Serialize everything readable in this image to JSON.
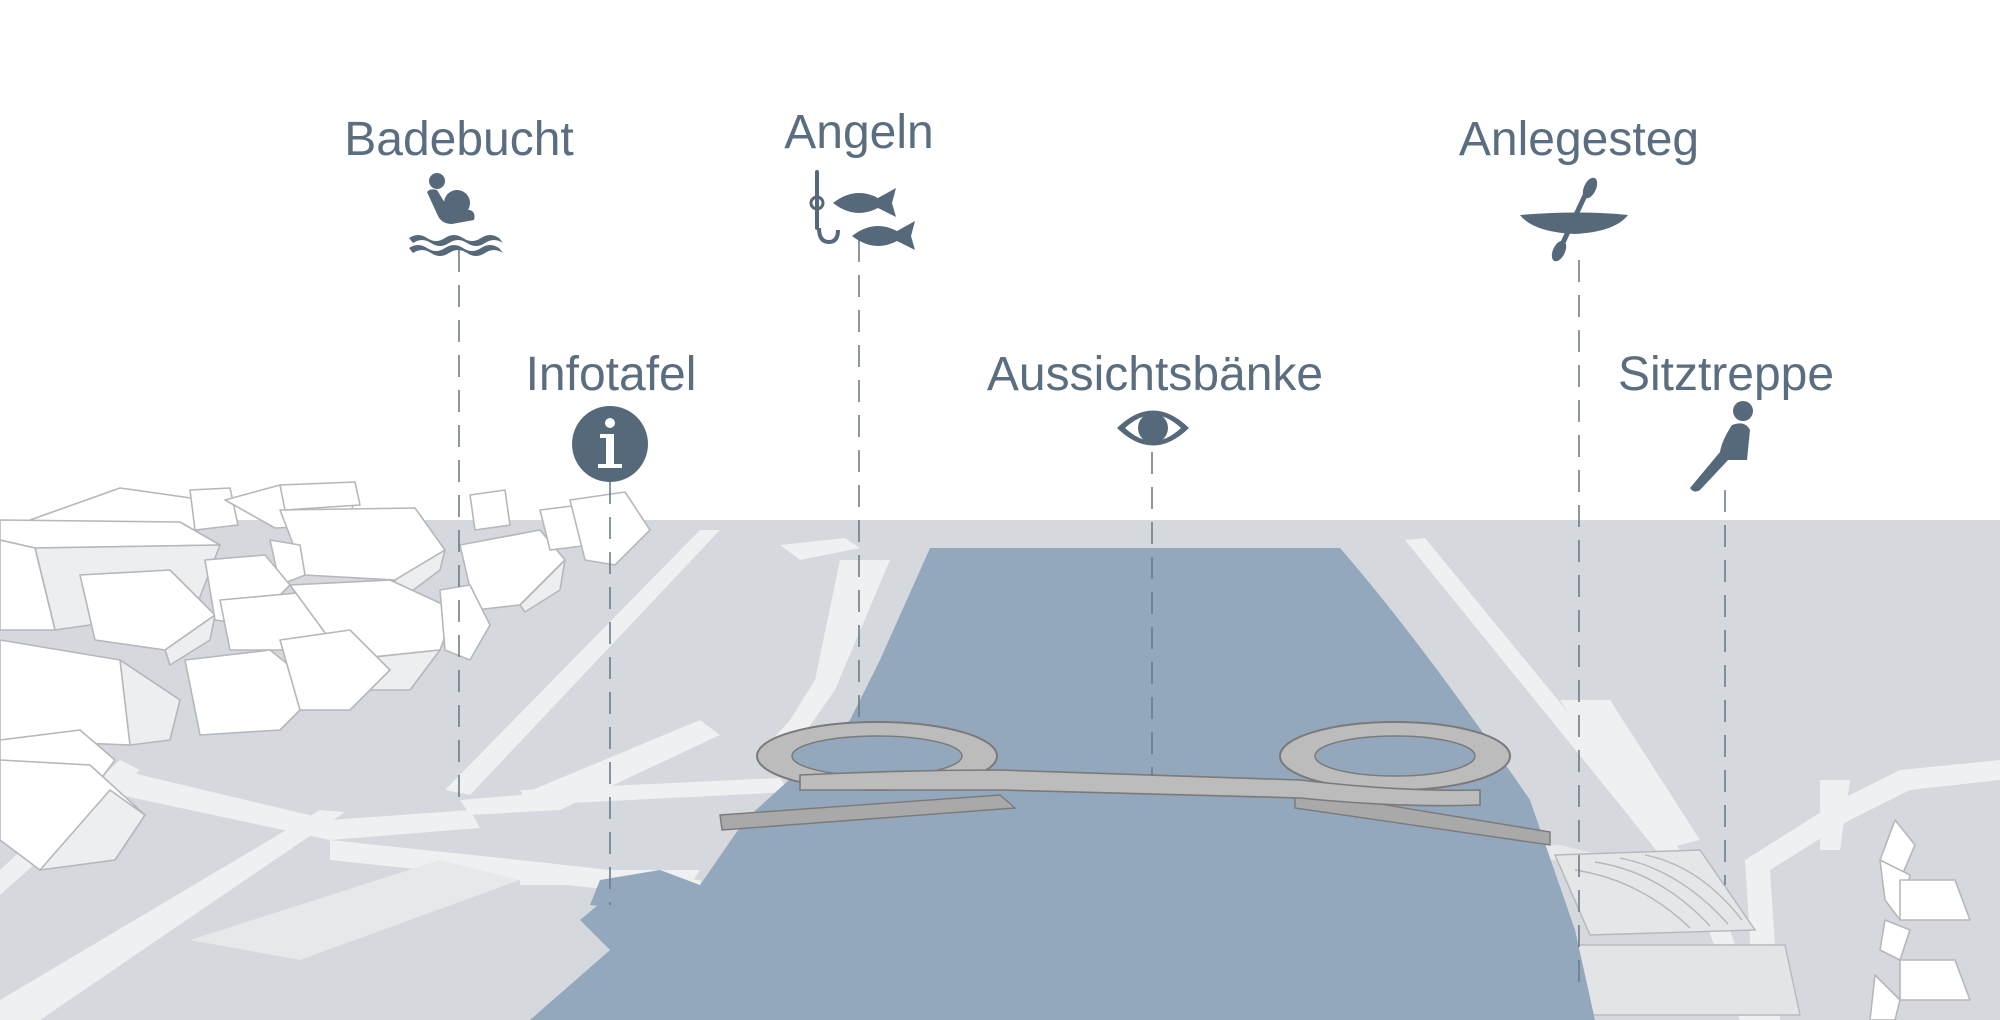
{
  "labels": {
    "badebucht": "Badebucht",
    "angeln": "Angeln",
    "anlegesteg": "Anlegesteg",
    "infotafel": "Infotafel",
    "aussichtsbaenke": "Aussichtsbänke",
    "sitztreppe": "Sitztreppe"
  },
  "icons": {
    "badebucht": "swimmer-icon",
    "angeln": "fishing-hook-fish-icon",
    "anlegesteg": "kayak-paddle-icon",
    "infotafel": "info-icon",
    "aussichtsbaenke": "eye-icon",
    "sitztreppe": "seated-person-icon"
  },
  "colors": {
    "label": "#5a6e80",
    "icon": "#56697b",
    "water": "#94a8bd",
    "ground": "#d5d8dc",
    "path": "#eef0f1",
    "bridge": "#bcbcbc"
  }
}
